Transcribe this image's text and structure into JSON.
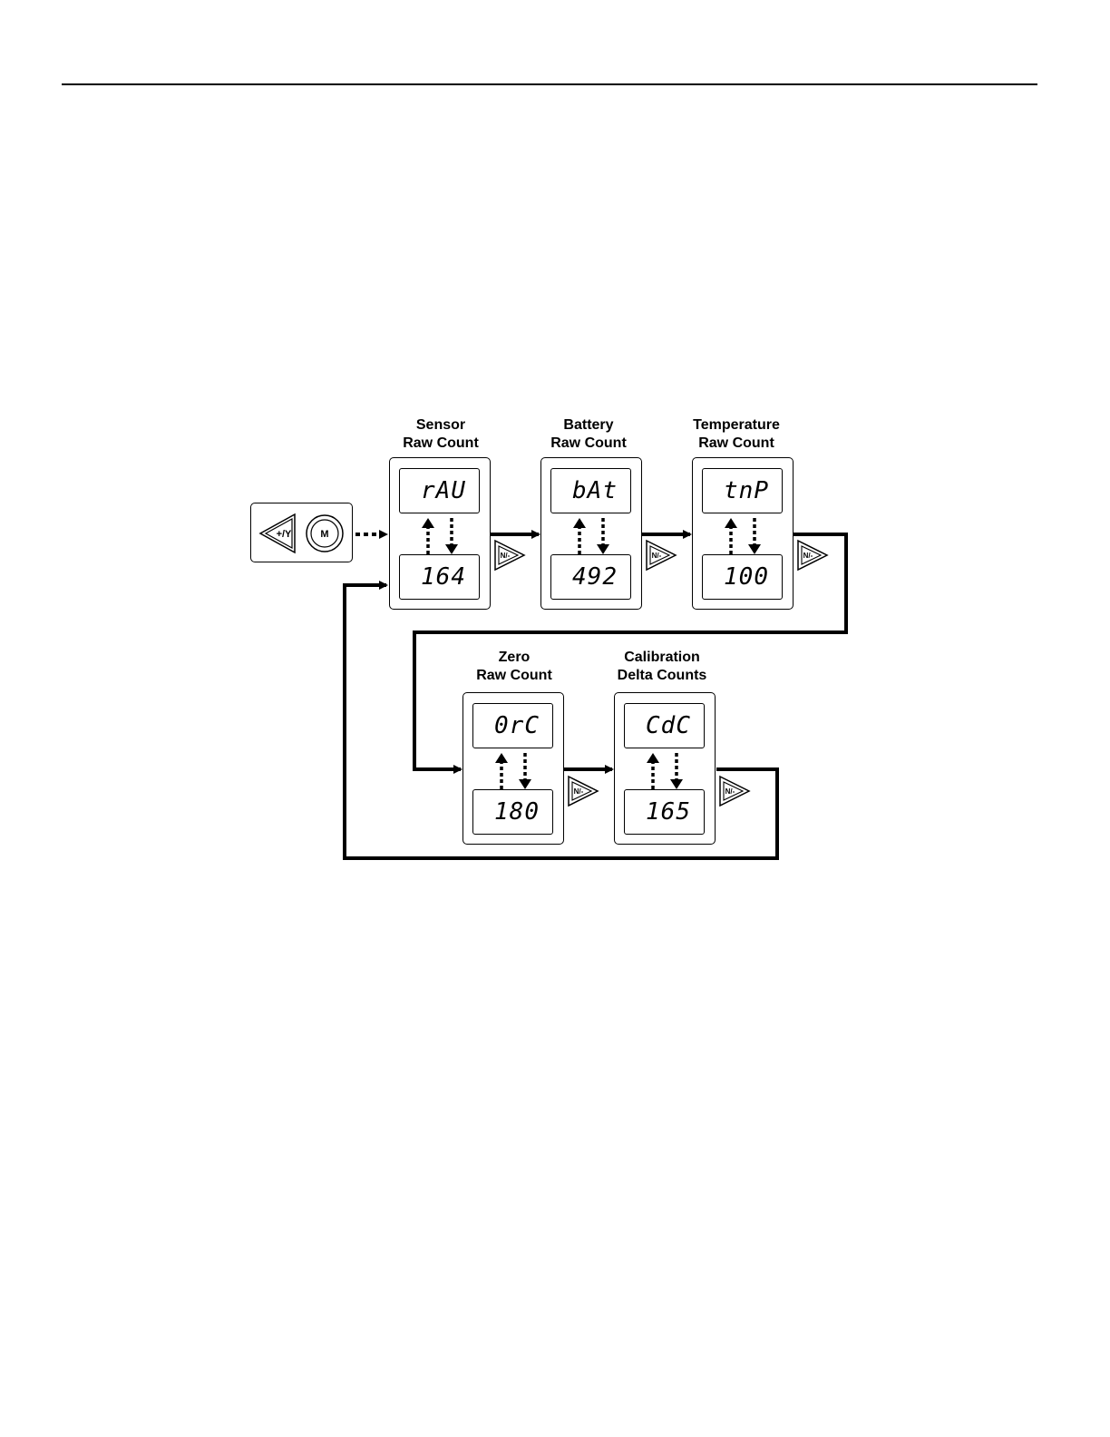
{
  "stages": [
    {
      "title": "Sensor\nRaw Count",
      "top_display": "rAU",
      "bottom_display": "164"
    },
    {
      "title": "Battery\nRaw Count",
      "top_display": "bAt",
      "bottom_display": "492"
    },
    {
      "title": "Temperature\nRaw Count",
      "top_display": "tnP",
      "bottom_display": "100"
    },
    {
      "title": "Zero\nRaw Count",
      "top_display": "0rC",
      "bottom_display": "180"
    },
    {
      "title": "Calibration\nDelta Counts",
      "top_display": "CdC",
      "bottom_display": "165"
    }
  ],
  "keypad": {
    "plus_yes_label": "+/Y",
    "mode_label": "M"
  },
  "next_button_label": "N/-",
  "icons": [
    "plus-yes-button-icon",
    "mode-button-icon",
    "next-minus-button-icon",
    "up-arrow-icon",
    "down-arrow-icon"
  ]
}
